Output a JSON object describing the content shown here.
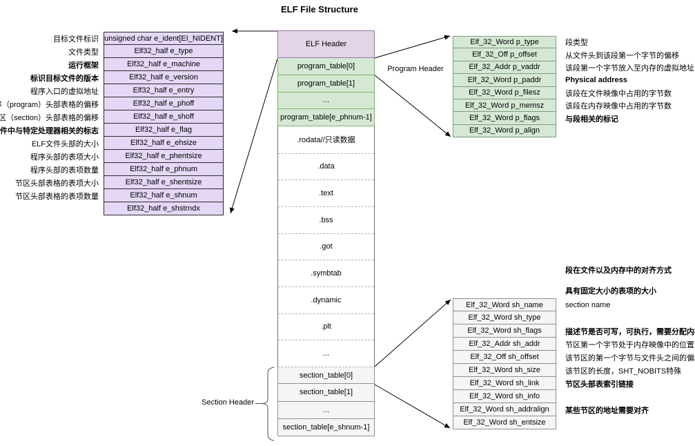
{
  "title": "ELF File Structure",
  "labels": {
    "program_header": "Program Header",
    "section_header": "Section Header"
  },
  "colors": {
    "purple_table_fill": "#E5D7F6",
    "elf_header_fill": "#E1D5E7",
    "green_fill": "#D5E8D4",
    "green_border": "#82B366",
    "gray_fill": "#F5F5F5",
    "arrow_color": "#000000"
  },
  "elf_header_table": {
    "rows": [
      {
        "label": "目标文件标识",
        "bold": false,
        "field": "unsigned char e_ident[EI_NIDENT]"
      },
      {
        "label": "文件类型",
        "bold": false,
        "field": "Elf32_half e_type"
      },
      {
        "label": "运行框架",
        "bold": true,
        "field": "Elf32_half e_machine"
      },
      {
        "label": "标识目标文件的版本",
        "bold": true,
        "field": "Elf32_half e_version"
      },
      {
        "label": "程序入口的虚拟地址",
        "bold": false,
        "field": "Elf32_half e_entry"
      },
      {
        "label": "程序（program）头部表格的偏移",
        "bold": false,
        "field": "Elf32_half e_phoff"
      },
      {
        "label": "节区（section）头部表格的偏移",
        "bold": false,
        "field": "Elf32_half e_shoff"
      },
      {
        "label": "文件中与特定处理器相关的标志",
        "bold": true,
        "field": "Elf32_half e_flag"
      },
      {
        "label": "ELF文件头部的大小",
        "bold": false,
        "field": "Elf32_half e_ehsize"
      },
      {
        "label": "程序头部的表项大小",
        "bold": false,
        "field": "Elf32_half e_phentsize"
      },
      {
        "label": "程序头部的表项数量",
        "bold": false,
        "field": "Elf32_half e_phnum"
      },
      {
        "label": "节区头部表格的表项大小",
        "bold": false,
        "field": "Elf32_half e_shentsize"
      },
      {
        "label": "节区头部表格的表项数量",
        "bold": false,
        "field": "Elf32_half e_shnum"
      },
      {
        "label": "",
        "bold": false,
        "field": "Elf32_half e_shstrndx"
      }
    ]
  },
  "file_layout": {
    "elf_header": "ELF Header",
    "program_rows": [
      "program_table[0]",
      "program_table[1]",
      "...",
      "program_table[e_phnum-1]"
    ],
    "section_rows": [
      ".rodata//只读数据",
      ".data",
      ".text",
      ".bss",
      ".got",
      ".symbtab",
      ".dynamic",
      ".plt",
      "..."
    ],
    "section_table_rows": [
      "section_table[0]",
      "section_table[1]",
      "...",
      "section_table[e_shnum-1]"
    ]
  },
  "program_header_table": {
    "rows": [
      {
        "field": "Elf_32_Word p_type",
        "desc": "段类型",
        "bold": false
      },
      {
        "field": "Elf_32_Off p_offset",
        "desc": "从文件头到该段第一个字节的偏移",
        "bold": false
      },
      {
        "field": "Elf_32_Addr p_vaddr",
        "desc": "该段第一个字节放入至内存的虚拟地址",
        "bold": false
      },
      {
        "field": "Elf_32_Word p_paddr",
        "desc": "Physical address",
        "bold": true
      },
      {
        "field": "Elf_32_Word p_filesz",
        "desc": "该段在文件映像中占用的字节数",
        "bold": false
      },
      {
        "field": "Elf_32_Word p_memsz",
        "desc": "该段在内存映像中占用的字节数",
        "bold": false
      },
      {
        "field": "Elf_32_Word p_flags",
        "desc": "与段相关的标记",
        "bold": true
      },
      {
        "field": "Elf_32_Word p_align",
        "desc": "",
        "bold": false
      }
    ]
  },
  "section_header_table": {
    "notes": [
      "段在文件以及内存中的对齐方式",
      "具有固定大小的表项的大小"
    ],
    "rows": [
      {
        "field": "Elf_32_Word sh_name",
        "desc": "section name",
        "bold": false
      },
      {
        "field": "Elf_32_Word sh_type",
        "desc": "",
        "bold": false
      },
      {
        "field": "Elf_32_Word sh_flags",
        "desc": "描述节是否可写，可执行，需要分配内存等",
        "bold": true
      },
      {
        "field": "Elf_32_Addr sh_addr",
        "desc": "节区第一个字节处于内存映像中的位置",
        "bold": false
      },
      {
        "field": "Elf_32_Off sh_offset",
        "desc": "该节区的第一个字节与文件头之间的偏移",
        "bold": false
      },
      {
        "field": "Elf_32_Word sh_size",
        "desc": "该节区的长度，SHT_NOBITS特殊",
        "bold": false
      },
      {
        "field": "Elf_32_Word sh_link",
        "desc": "节区头部表索引链接",
        "bold": true
      },
      {
        "field": "Elf_32_Word sh_info",
        "desc": "",
        "bold": false
      },
      {
        "field": "Elf_32_Word sh_addralign",
        "desc": "某些节区的地址需要对齐",
        "bold": true
      },
      {
        "field": "Elf_32_Word sh_entsize",
        "desc": "",
        "bold": false
      }
    ]
  }
}
